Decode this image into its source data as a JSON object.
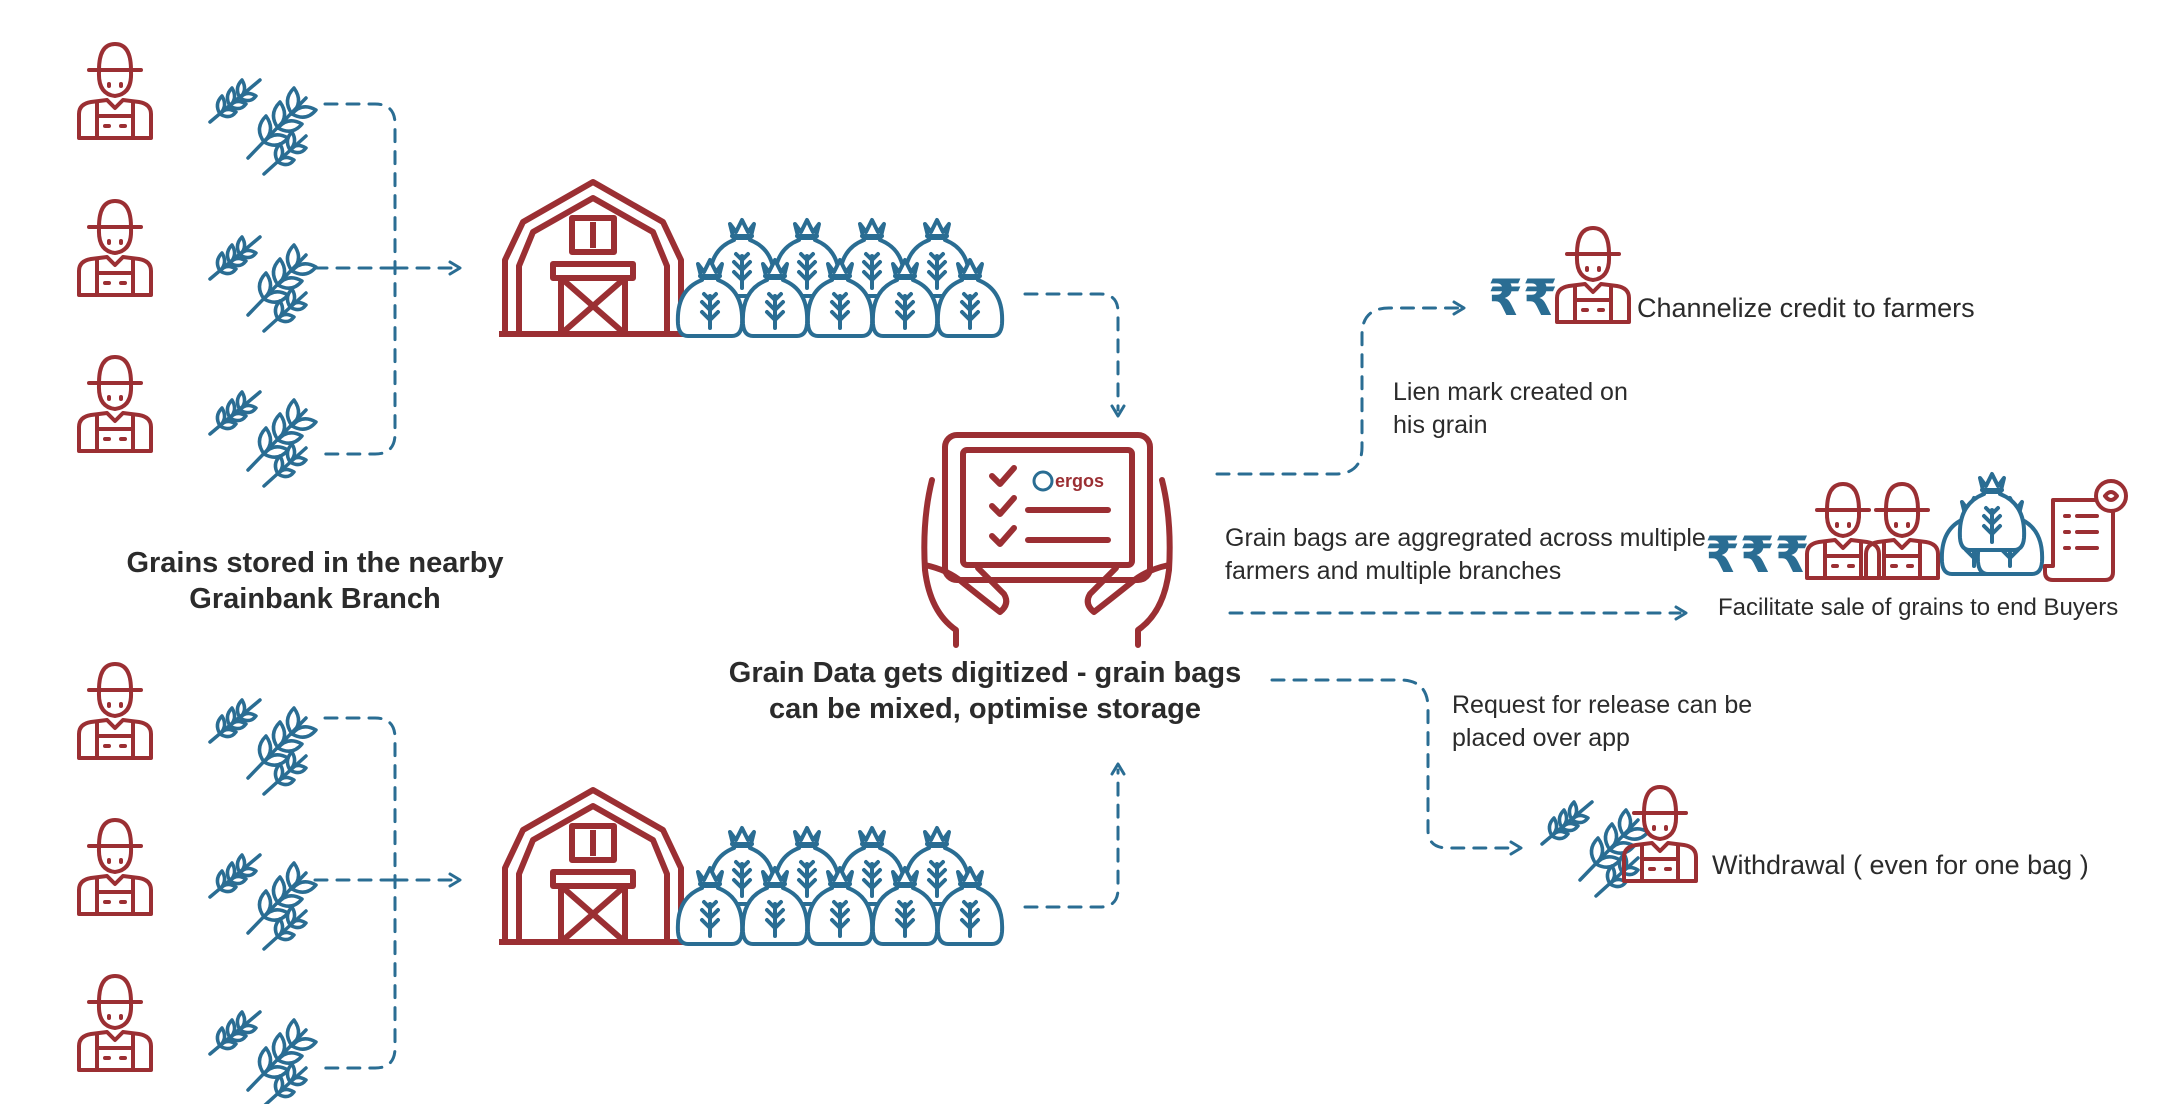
{
  "colors": {
    "red": "#9b2f33",
    "blue": "#2a6d93",
    "text": "#2b2b2b",
    "background": "#ffffff"
  },
  "icons": [
    "farmer-icon",
    "wheat-icon",
    "barn-icon",
    "grain-bag-icon",
    "tablet-icon",
    "rupee-icon",
    "receipt-icon"
  ],
  "tablet_logo": "ergos",
  "labels": {
    "grains_stored": "Grains stored in the nearby Grainbank Branch",
    "digitized": "Grain Data gets digitized - grain bags can be mixed, optimise storage",
    "lien_mark": "Lien mark created on his grain",
    "channelize": "Channelize credit to farmers",
    "aggregated": "Grain bags are aggregrated across multiple farmers and multiple branches",
    "facilitate_sale": "Facilitate sale of grains to end Buyers",
    "request_release": "Request for release can be placed over app",
    "withdrawal": "Withdrawal ( even for one bag )"
  },
  "rupee_symbols": {
    "credit": "₹₹",
    "sale": "₹₹₹"
  }
}
